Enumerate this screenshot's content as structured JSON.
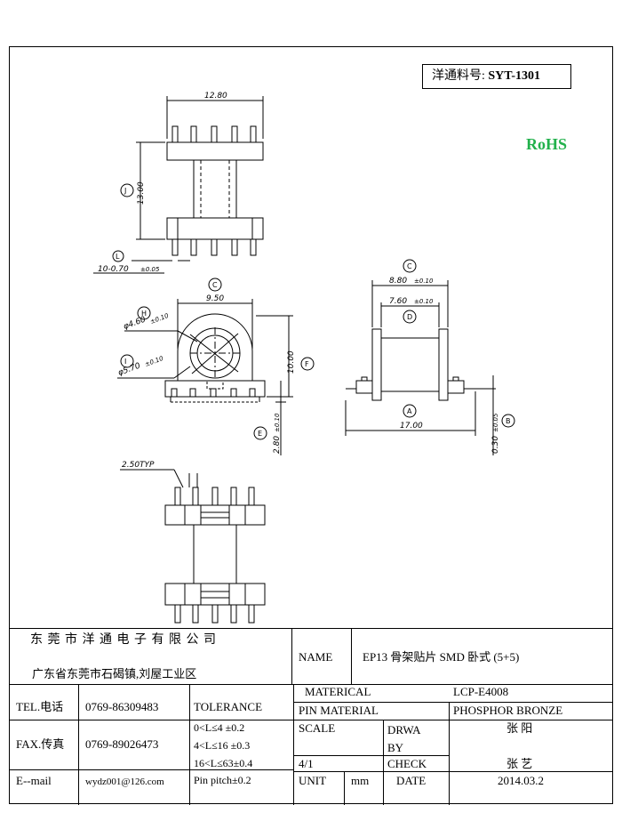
{
  "part_number": {
    "label": "洋通料号:",
    "value": "SYT-1301"
  },
  "rohs": "RoHS",
  "colors": {
    "rohs": "#22b14c",
    "line": "#000000"
  },
  "drawing": {
    "top_view": {
      "width": "12.80",
      "height": "13.00",
      "height_tag": "J",
      "pin": "10-0.70",
      "pin_tol": "±0.05",
      "pin_tag": "L"
    },
    "front_view": {
      "width": "9.50",
      "width_tag": "C",
      "height": "10.00",
      "height_tag": "F",
      "dia_inner": "φ4.60",
      "dia_inner_tol": "±0.10",
      "dia_inner_tag": "H",
      "dia_outer": "φ5.70",
      "dia_outer_tol": "±0.10",
      "dia_outer_tag": "I",
      "base": "2.80",
      "base_tol": "±0.10",
      "base_tag": "E"
    },
    "side_view": {
      "top_width": "8.80",
      "top_width_tol": "±0.10",
      "top_width_tag": "C",
      "inner_width": "7.60",
      "inner_width_tol": "±0.10",
      "inner_width_tag": "D",
      "length": "17.00",
      "length_tag": "A",
      "thick": "0.30",
      "thick_tol": "±0.05",
      "thick_tag": "B"
    },
    "bottom_view": {
      "pitch": "2.50TYP"
    }
  },
  "title_block": {
    "company": "东 莞 市 洋 通 电 子 有 限 公 司",
    "address": "广东省东莞市石碣镇,刘屋工业区",
    "name_label": "NAME",
    "name_value": "EP13 骨架贴片 SMD 卧式 (5+5)",
    "tel_label": "TEL.电话",
    "tel_value": "0769-86309483",
    "fax_label": "FAX.传真",
    "fax_value": "0769-89026473",
    "email_label": "E--mail",
    "email_value": "wydz001@126.com",
    "tolerance_label": "TOLERANCE",
    "tolerance": [
      "0<L≤4  ±0.2",
      "4<L≤16  ±0.3",
      "16<L≤63±0.4",
      "Pin pitch±0.2"
    ],
    "material_label": "MATERICAL",
    "material_value": "LCP-E4008",
    "pin_material_label": "PIN MATERIAL",
    "pin_material_value": "PHOSPHOR BRONZE",
    "scale_label": "SCALE",
    "scale_value": "4/1",
    "drawn_label": "DRWA BY",
    "drawn_value": "张 阳",
    "check_label": "CHECK",
    "check_value": "张 艺",
    "unit_label": "UNIT",
    "unit_value": "mm",
    "date_label": "DATE",
    "date_value": "2014.03.2"
  }
}
